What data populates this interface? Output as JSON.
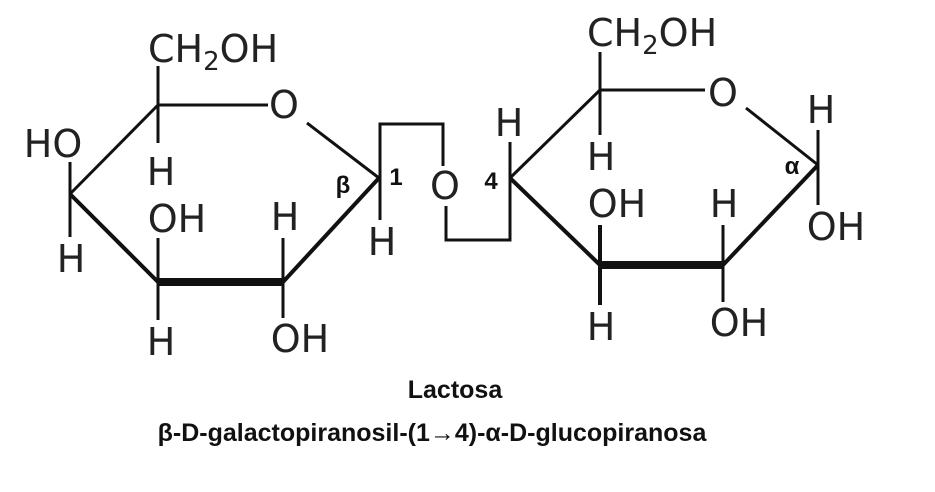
{
  "title": "Lactosa",
  "subtitle": "β-D-galactopiranosil-(1→4)-α-D-glucopiranosa",
  "galactose": {
    "ch2oh_prefix": "CH",
    "ch2oh_sub": "2",
    "ch2oh_suffix": "OH",
    "ring_o": "O",
    "c5_h": "H",
    "c4_ho": "HO",
    "c4_h": "H",
    "c3_oh": "OH",
    "c3_h": "H",
    "c2_h": "H",
    "c2_oh": "OH",
    "c1_h": "H",
    "anomer": "β",
    "c1_number": "1"
  },
  "linkage": {
    "o": "O"
  },
  "glucose": {
    "ch2oh_prefix": "CH",
    "ch2oh_sub": "2",
    "ch2oh_suffix": "OH",
    "ring_o": "O",
    "c4_number": "4",
    "c4_h": "H",
    "c5_h": "H",
    "c3_oh": "OH",
    "c3_h": "H",
    "c2_h": "H",
    "c2_oh": "OH",
    "c1_h": "H",
    "c1_oh": "OH",
    "anomer": "α"
  }
}
